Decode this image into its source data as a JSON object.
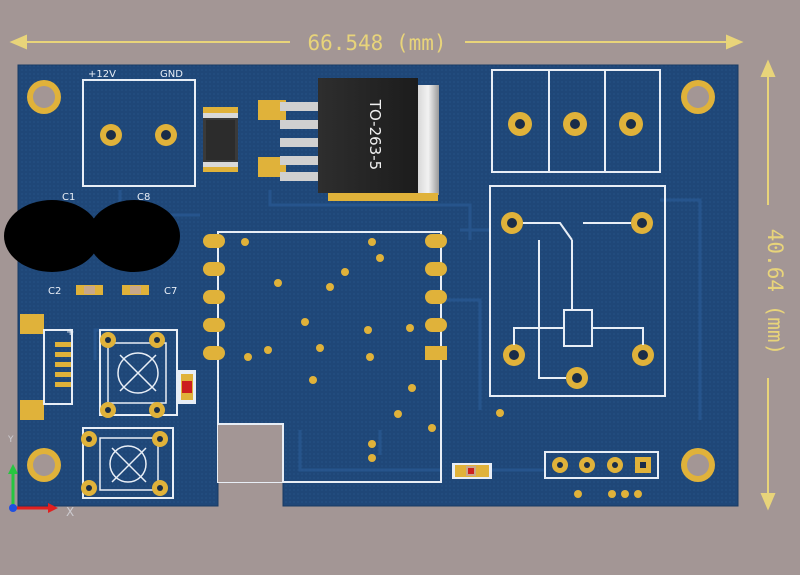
{
  "background_color": "#a39695",
  "board_color": "#1f4778",
  "silk_color": "#e8eef6",
  "pad_color": "#e0b23a",
  "dimension_color": "#e8d47a",
  "dimensions": {
    "width_label": "66.548 (mm)",
    "height_label": "40.64 (mm)"
  },
  "silkscreen": {
    "power_plus": "+12V",
    "power_gnd": "GND",
    "regulator": "TO-263-5",
    "c1": "C1",
    "c8": "C8",
    "c2": "C2",
    "c7": "C7",
    "plus_mark": "+"
  },
  "axis_icons": [
    "axis-y-icon",
    "axis-x-icon",
    "axis-z-icon"
  ]
}
